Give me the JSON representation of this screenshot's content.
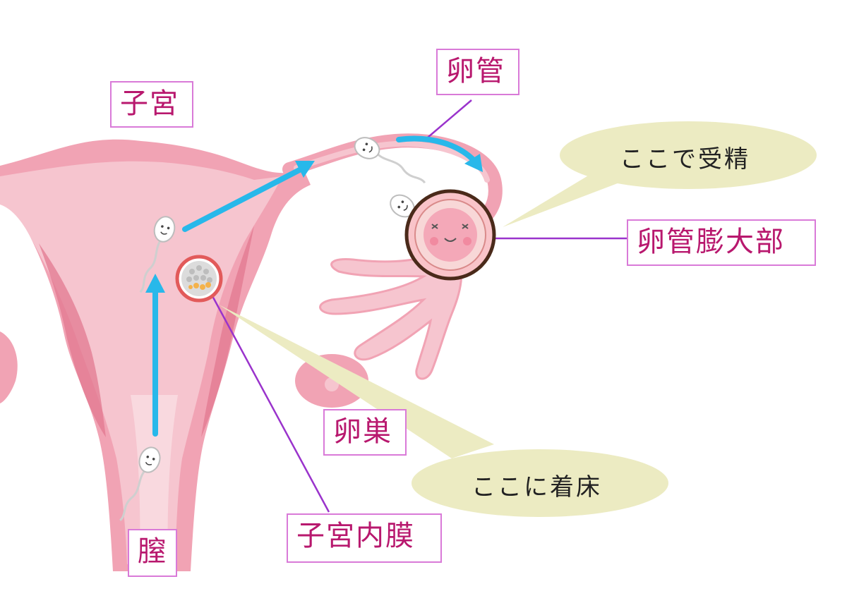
{
  "labels": {
    "uterus": "子宮",
    "fallopian_tube": "卵管",
    "ampulla": "卵管膨大部",
    "ovary": "卵巣",
    "endometrium": "子宮内膜",
    "vagina": "膣"
  },
  "callouts": {
    "fertilization": "ここで受精",
    "implantation": "ここに着床"
  },
  "colors": {
    "uterus_outer": "#f1a3b4",
    "uterus_inner": "#f6c5cf",
    "uterus_dark": "#e27890",
    "arrow": "#28b8ea",
    "label_border": "#d97ad8",
    "label_text": "#b8186e",
    "leader_line": "#9a33cc",
    "bubble_fill": "#ecebc2"
  },
  "icons": [
    "sperm-icon",
    "egg-cell-icon",
    "embryo-icon",
    "arrow-icon"
  ]
}
